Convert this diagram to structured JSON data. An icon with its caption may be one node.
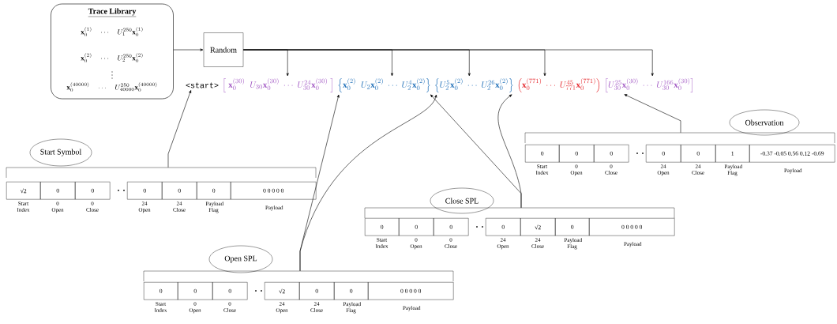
{
  "diagram": {
    "nodes": [
      {
        "text": [
          "Trace Library",
          "\\mathbf{x}_0^{(1)}\\quad\\cdots\\quad U_1^{250}\\mathbf{x}_0^{(1)}",
          "\\mathbf{x}_0^{(2)}\\quad\\cdots\\quad U_2^{250}\\mathbf{x}_0^{(2)}",
          "\\vdots",
          "\\mathbf{x}_0^{(40000)}\\quad\\cdots\\quad U_{40000}^{250}\\mathbf{x}_0^{(40000)}"
        ]
      },
      {
        "text": [
          "Random"
        ]
      },
      {
        "text": [
          "<start>"
        ]
      },
      {
        "text": [
          "\\left[\\;\\mathbf{x}_0^{(30)}\\;\\; U_{30}\\mathbf{x}_0^{(30)}\\;\\cdots\\; U_{30}^{24}\\mathbf{x}_0^{(30)}\\;\\right]"
        ]
      },
      {
        "text": [
          "\\left\\{\\mathbf{x}_0^{(2)}\\;\\; U_2\\mathbf{x}_0^{(2)}\\;\\cdots\\; U_2^4\\mathbf{x}_0^{(2)}\\right\\}"
        ]
      },
      {
        "text": [
          "\\left\\{U_2^5\\mathbf{x}_0^{(2)}\\;\\cdots\\; U_2^{26}\\mathbf{x}_0^{(2)}\\right\\}"
        ]
      },
      {
        "text": [
          "\\left(\\mathbf{x}_0^{(771)}\\;\\cdots\\; U_{771}^{45}\\mathbf{x}_0^{(771)}\\right)"
        ]
      },
      {
        "text": [
          "\\left[U_{30}^{25}\\mathbf{x}_0^{(30)}\\;\\cdots\\; U_{30}^{166}\\mathbf{x}_0^{(30)}\\right]"
        ]
      },
      {
        "text": [
          "Start Symbol"
        ]
      },
      {
        "text": [
          "√2",
          "0",
          "0",
          "0",
          "0",
          "0",
          "0 0 0 0 0"
        ],
        "beside": [
          "Start Index",
          "0 Open",
          "0 Close",
          "24 Open",
          "24 Close",
          "Payload Flag",
          "Payload"
        ]
      },
      {
        "text": [
          "Close SPL"
        ]
      },
      {
        "text": [
          "0",
          "0",
          "0",
          "0",
          "√2",
          "0",
          "0 0 0 0 0"
        ],
        "beside": [
          "Start Index",
          "0 Open",
          "0 Close",
          "24 Open",
          "24 Close",
          "Payload Flag",
          "Payload"
        ]
      },
      {
        "text": [
          "Open SPL"
        ]
      },
      {
        "text": [
          "0",
          "0",
          "0",
          "√2",
          "0",
          "0",
          "0 0 0 0 0"
        ],
        "beside": [
          "Start Index",
          "0 Open",
          "0 Close",
          "24 Open",
          "24 Close",
          "Payload Flag",
          "Payload"
        ]
      },
      {
        "text": [
          "Observation"
        ]
      },
      {
        "text": [
          "0",
          "0",
          "0",
          "0",
          "0",
          "1",
          "-0.37 -0.05 0.56 0.12 -0.69"
        ],
        "beside": [
          "Start Index",
          "0 Open",
          "0 Close",
          "24 Open",
          "24 Close",
          "Payload Flag",
          "Payload"
        ]
      }
    ],
    "edges": [
      {
        "from": 0,
        "to": 1,
        "arrow": "to"
      },
      {
        "from": 1,
        "to": 3,
        "arrow": "to"
      },
      {
        "from": 1,
        "to": 4,
        "arrow": "to"
      },
      {
        "from": 1,
        "to": 5,
        "arrow": "to"
      },
      {
        "from": 1,
        "to": 6,
        "arrow": "to"
      },
      {
        "from": 1,
        "to": 7,
        "arrow": "to"
      },
      {
        "from": 9,
        "to": 2,
        "arrow": "to"
      },
      {
        "from": 13,
        "to": 4,
        "arrow": "to"
      },
      {
        "from": 13,
        "to": 5,
        "arrow": "to"
      },
      {
        "from": 11,
        "to": 4,
        "arrow": "to"
      },
      {
        "from": 11,
        "to": 5,
        "arrow": "to"
      },
      {
        "from": 15,
        "to": 7,
        "arrow": "to"
      }
    ]
  }
}
